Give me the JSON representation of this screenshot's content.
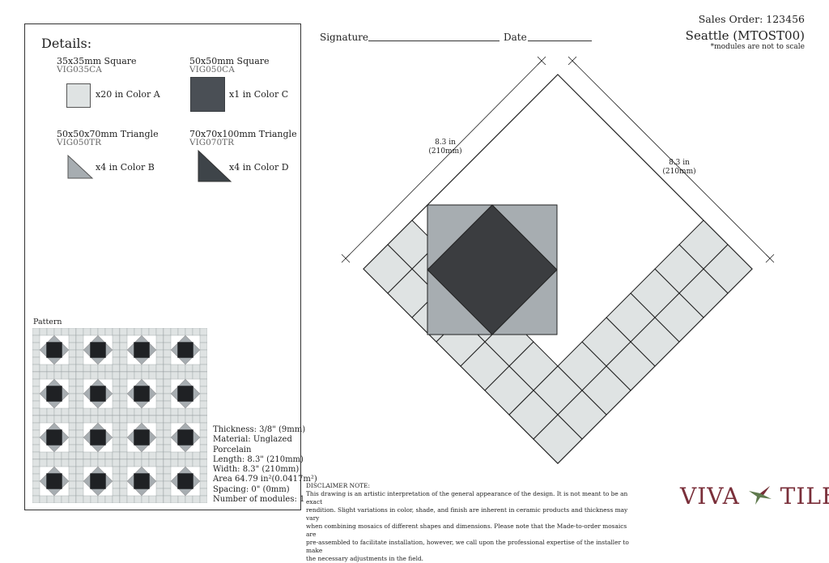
{
  "header": {
    "sales_order": "Sales Order: 123456",
    "title": "Seattle (MTOST00)",
    "scale_note": "*modules are not to scale",
    "signature_label": "Signature",
    "date_label": "Date"
  },
  "details": {
    "heading": "Details:",
    "modules": [
      {
        "name": "35x35mm Square",
        "code": "VIG035CA",
        "quantity": "x20 in Color A",
        "color": "#dfe3e3",
        "shape": "square"
      },
      {
        "name": "50x50mm Square",
        "code": "VIG050CA",
        "quantity": "x1 in Color C",
        "color": "#4a4f55",
        "shape": "square"
      },
      {
        "name": "50x50x70mm Triangle",
        "code": "VIG050TR",
        "quantity": "x4 in Color B",
        "color": "#a7adb1",
        "shape": "triangle"
      },
      {
        "name": "70x70x100mm Triangle",
        "code": "VIG070TR",
        "quantity": "x4 in Color D",
        "color": "#3e4449",
        "shape": "triangle"
      }
    ],
    "pattern_label": "Pattern",
    "specs": [
      "Thickness: 3/8\" (9mm)",
      "Material: Unglazed",
      "Porcelain",
      "Length: 8.3\" (210mm)",
      "Width: 8.3\" (210mm)",
      "Area 64.79 in²(0.0417m²)",
      "Spacing: 0\" (0mm)",
      "Number of modules: 1"
    ]
  },
  "drawing": {
    "dim_left": [
      "8.3 in",
      "(210mm)"
    ],
    "dim_right": [
      "8.3 in",
      "(210mm)"
    ]
  },
  "disclaimer": {
    "heading": "DISCLAIMER NOTE:",
    "lines": [
      "This drawing is an artistic interpretation of the general appearance of the design. It is not meant to be an exact",
      "rendition.  Slight variations in color, shade, and finish are inherent in ceramic products and thickness may vary",
      "when combining mosaics of different shapes and dimensions. Please note that the Made-to-order mosaics are",
      "pre-assembled to facilitate installation, however, we call upon the professional expertise of the installer to make",
      "the necessary adjustments in the field."
    ]
  },
  "logo": {
    "left": "VIVA",
    "right": "TILE",
    "color": "#7a2f3a",
    "bird_color": "#5f7a4e"
  },
  "colors": {
    "color_a": "#dfe3e3",
    "color_b": "#a7adb1",
    "color_c": "#3b3d40",
    "color_d": "#3e4449",
    "line": "#222222"
  }
}
